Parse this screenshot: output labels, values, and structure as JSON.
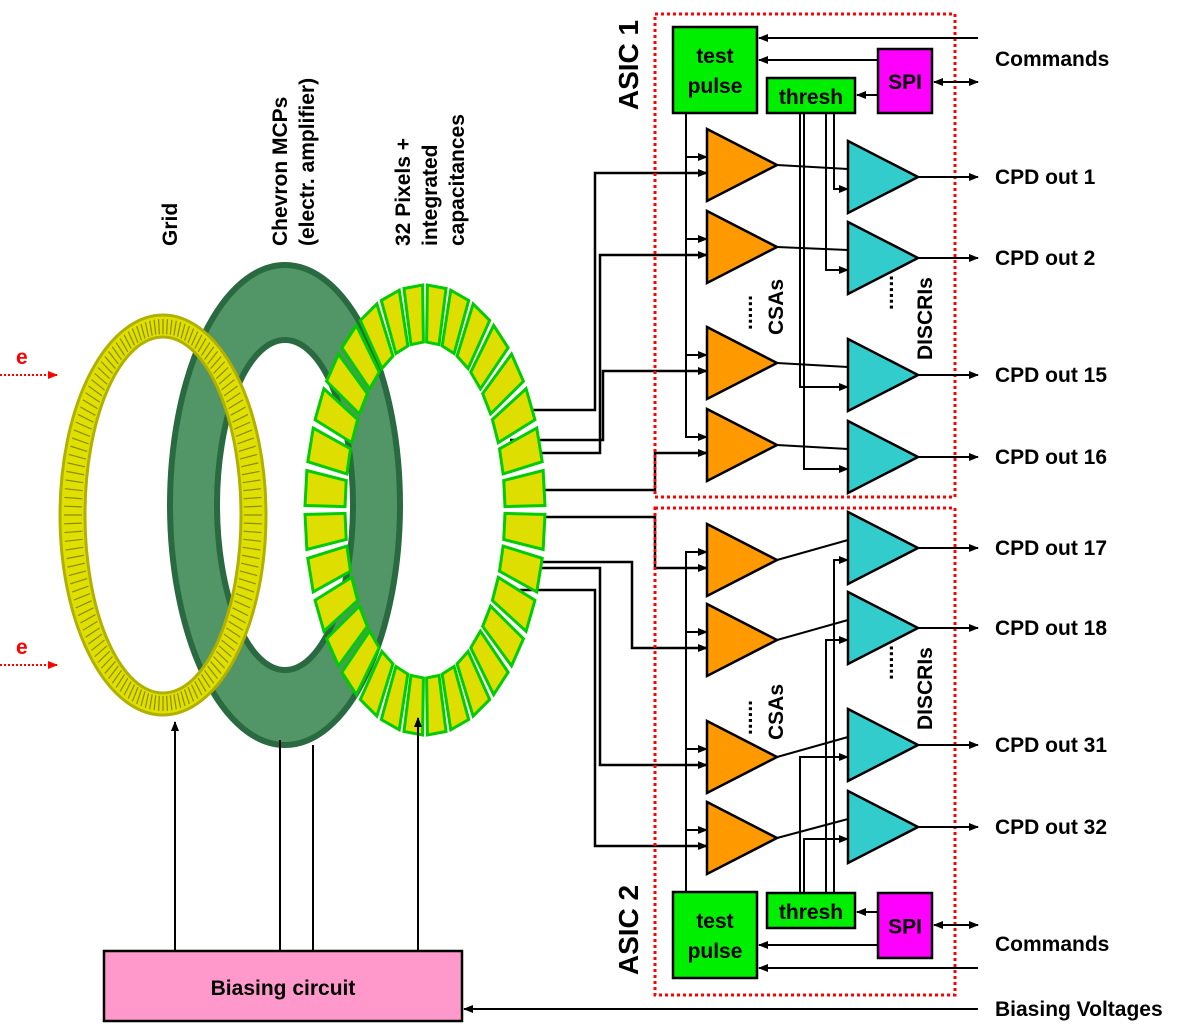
{
  "detector": {
    "grid_label": "Grid",
    "mcp_label_1": "Chevron MCPs",
    "mcp_label_2": "(electr. amplifier)",
    "pixels_label_1": "32 Pixels +",
    "pixels_label_2": "integrated",
    "pixels_label_3": "capacitances",
    "electron_label": "e"
  },
  "biasing": {
    "box_label": "Biasing circuit",
    "input_label": "Biasing Voltages"
  },
  "asics": [
    {
      "label": "ASIC 1",
      "test_pulse": [
        "test",
        "pulse"
      ],
      "thresh": "thresh",
      "spi": "SPI",
      "commands": "Commands",
      "csa_label": "CSAs",
      "discri_label": "DISCRIs",
      "dots": "......",
      "outputs": [
        "CPD out 1",
        "CPD out 2",
        "CPD out 15",
        "CPD out 16"
      ]
    },
    {
      "label": "ASIC 2",
      "test_pulse": [
        "test",
        "pulse"
      ],
      "thresh": "thresh",
      "spi": "SPI",
      "commands": "Commands",
      "csa_label": "CSAs",
      "discri_label": "DISCRIs",
      "dots": "......",
      "outputs": [
        "CPD out 17",
        "CPD out 18",
        "CPD out 31",
        "CPD out 32"
      ]
    }
  ],
  "colors": {
    "grid": "#e0e000",
    "mcp": "#3f8a55",
    "pixel": "#dede00",
    "pixel_edge": "#00cc00",
    "csa": "#ff9900",
    "discri": "#33cccc",
    "block": "#00ee00",
    "spi": "#ff00ff",
    "biasing": "#ff99cc",
    "asic_border": "#ff0000",
    "electron": "#ff0000"
  }
}
